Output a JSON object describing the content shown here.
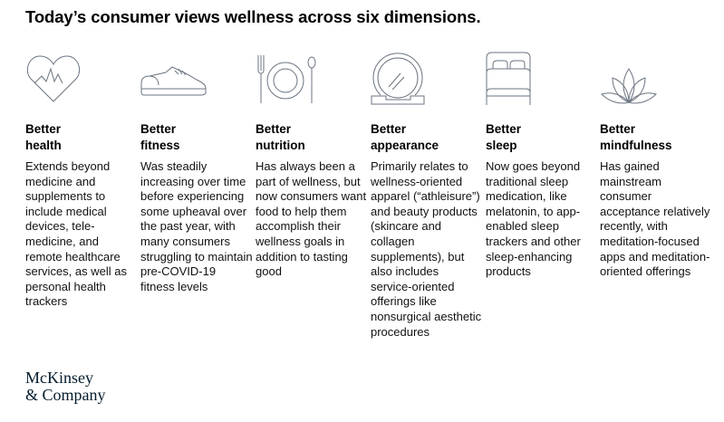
{
  "title": "Today’s consumer views wellness across six dimensions.",
  "dimensions": [
    {
      "icon": "heart-pulse-icon",
      "heading_1": "Better",
      "heading_2": "health",
      "body": "Extends beyond medicine and supplements to include medical devices, tele-medicine, and remote healthcare services, as well as personal health trackers"
    },
    {
      "icon": "sneaker-icon",
      "heading_1": "Better",
      "heading_2": "fitness",
      "body": "Was steadily increasing over time before experiencing some upheaval over the past year, with many consumers struggling to maintain pre-COVID-19 fitness levels"
    },
    {
      "icon": "plate-cutlery-icon",
      "heading_1": "Better",
      "heading_2": "nutrition",
      "body": "Has always been a part of wellness, but now consumers want food to help them accomplish their wellness goals in addition to tasting good"
    },
    {
      "icon": "mirror-icon",
      "heading_1": "Better",
      "heading_2": "appearance",
      "body": "Primarily relates to wellness-oriented apparel (“athleisure”) and beauty products (skincare and collagen supplements), but also includes service-oriented offerings like nonsurgical aesthetic procedures"
    },
    {
      "icon": "bed-icon",
      "heading_1": "Better",
      "heading_2": "sleep",
      "body": "Now goes beyond traditional sleep medication, like melatonin, to app-enabled sleep trackers and other sleep-enhancing products"
    },
    {
      "icon": "lotus-icon",
      "heading_1": "Better",
      "heading_2": "mindfulness",
      "body": "Has gained mainstream consumer acceptance relatively recently, with meditation-focused apps and meditation-oriented offerings"
    }
  ],
  "logo": {
    "line1": "McKinsey",
    "line2": "& Company"
  },
  "colors": {
    "icon_stroke": "#6b7480",
    "text": "#000000"
  }
}
